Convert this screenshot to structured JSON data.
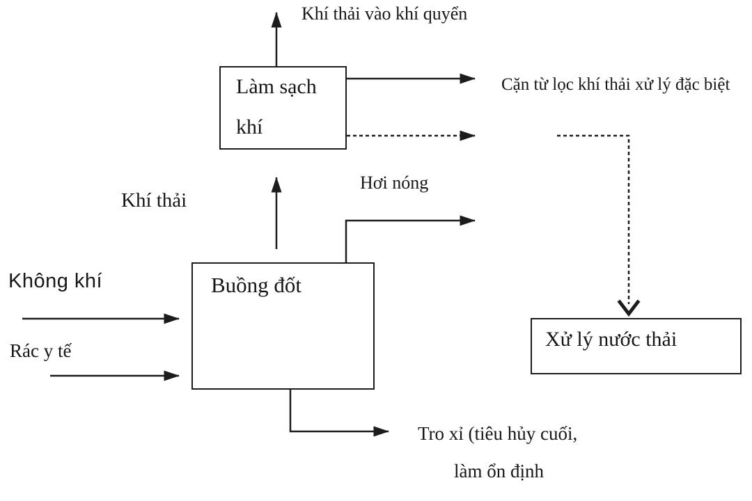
{
  "colors": {
    "background": "#ffffff",
    "line": "#1c1c1c",
    "text": "#161616"
  },
  "diagram": {
    "boxes": {
      "gas_cleaning": {
        "label_line1": "Làm sạch",
        "label_line2": "khí"
      },
      "combustion": {
        "label": "Buồng đốt"
      },
      "wastewater": {
        "label": "Xử lý nước thải"
      }
    },
    "labels": {
      "exhaust_to_atmosphere": "Khí thải vào khí quyển",
      "residue_special_treatment": "Cặn từ lọc khí thải xử lý đặc biệt",
      "exhaust_gas": "Khí thải",
      "hot_steam": "Hơi nóng",
      "air": "Không khí",
      "medical_waste": "Rác y tế",
      "slag_line1": "Tro xỉ (tiêu hủy cuối,",
      "slag_line2": "làm ổn định"
    }
  }
}
